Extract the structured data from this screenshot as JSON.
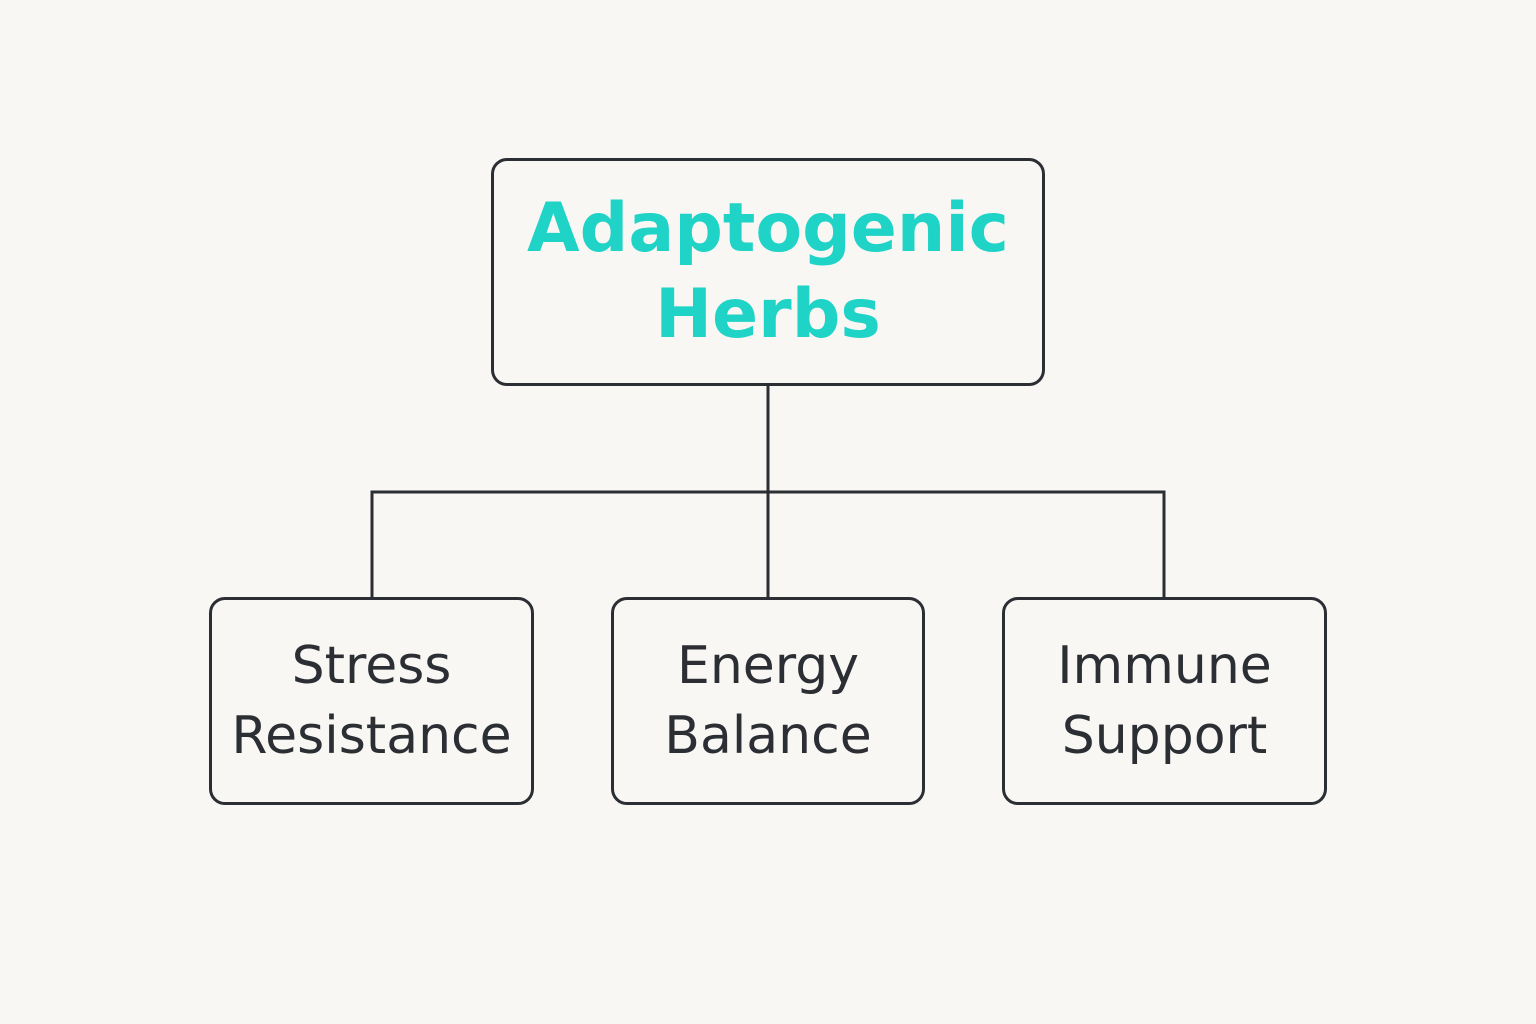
{
  "root": {
    "lines": [
      "Adaptogenic",
      "Herbs"
    ],
    "color": "#1fd3c6"
  },
  "children": [
    {
      "lines": [
        "Stress",
        "Resistance"
      ]
    },
    {
      "lines": [
        "Energy",
        "Balance"
      ]
    },
    {
      "lines": [
        "Immune",
        "Support"
      ]
    }
  ],
  "colors": {
    "background": "#f8f7f4",
    "stroke": "#2b2e33",
    "accent": "#1fd3c6"
  }
}
